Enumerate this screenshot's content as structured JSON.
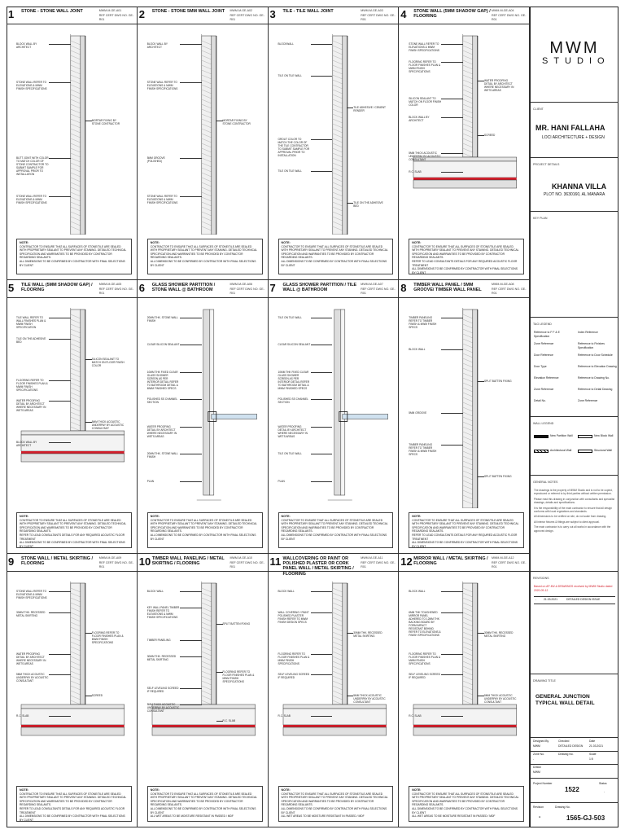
{
  "details": [
    {
      "num": "1",
      "title": "STONE - STONE WALL JOINT",
      "meta": [
        "MWM-M-GE-A01",
        "REF CERT DWG NO. GE-R01"
      ],
      "labels": [
        "BLOCK WALL BY ARCHITECT",
        "STONE WALL REFER TO ELEVATIONS & MWM FINISH SPECIFICATIONS",
        "MORTAR FIXING BY STONE CONTRACTOR",
        "BUTT JOINT WITH COLOR TO MATCH COLOR OF STONE CONTRACTOR TO SUBMIT SAMPLE FOR APPROVAL PRIOR TO INSTALLATION",
        "STONE WALL REFER TO ELEVATIONS & MWM FINISH SPECIFICATIONS"
      ],
      "notes": [
        "CONTRACTOR TO ENSURE THAT ALL SURFACES OF STONE/TILE ARE SEALED WITH PROPRIETARY SEALANT TO PREVENT ANY STAINING. DETAILED TECHNICAL SPECIFICATION AND WARRANTIES TO BE PROVIDED BY CONTRACTOR REGARDING SEALANTS.",
        "ALL DIMENSIONS TO BE CONFIRMED BY CONTRACTOR WITH FINAL SELECTIONS BY CLIENT"
      ]
    },
    {
      "num": "2",
      "title": "STONE - STONE 5MM WALL JOINT",
      "meta": [
        "MWM-M-GE-A02",
        "REF CERT DWG NO. GE-R01"
      ],
      "labels": [
        "BLOCK WALL BY ARCHITECT",
        "STONE WALL REFER TO ELEVATIONS & MWM FINISH SPECIFICATIONS",
        "MORTAR FIXING BY STONE CONTRACTOR",
        "5MM GROOVE (POLISHED)",
        "STONE WALL REFER TO ELEVATIONS & MWM FINISH SPECIFICATIONS"
      ],
      "notes": [
        "CONTRACTOR TO ENSURE THAT ALL SURFACES OF STONE/TILE ARE SEALED WITH PROPRIETARY SEALANT TO PREVENT ANY STAINING. DETAILED TECHNICAL SPECIFICATION AND WARRANTIES TO BE PROVIDED BY CONTRACTOR REGARDING SEALANTS.",
        "ALL DIMENSIONS TO BE CONFIRMED BY CONTRACTOR WITH FINAL SELECTIONS BY CLIENT"
      ]
    },
    {
      "num": "3",
      "title": "TILE - TILE WALL JOINT",
      "meta": [
        "MWM-M-GE-A03",
        "REF CERT DWG NO. GE-R01"
      ],
      "labels": [
        "BLOCKWALL",
        "TILE ON TILE WALL",
        "TILE ADHESIVE / CEMENT RENDER",
        "GROUT COLOR TO MATCH THE COLOR OF THE TILE CONTRACTOR TO SUBMIT SAMPLE FOR APPROVAL PRIOR TO INSTALLATION",
        "TILE ON TILE WALL",
        "TILE ON THE ADHESIVE BED"
      ],
      "notes": [
        "CONTRACTOR TO ENSURE THAT ALL SURFACES OF STONE/TILE ARE SEALED WITH PROPRIETARY SEALANT TO PREVENT ANY STAINING. DETAILED TECHNICAL SPECIFICATION AND WARRANTIES TO BE PROVIDED BY CONTRACTOR REGARDING SEALANTS.",
        "ALL DIMENSIONS TO BE CONFIRMED BY CONTRACTOR WITH FINAL SELECTIONS BY CLIENT"
      ]
    },
    {
      "num": "4",
      "title": "STONE WALL (5MM SHADOW GAP) / FLOORING",
      "meta": [
        "MWM-M-GE-A04",
        "REF CERT DWG NO. GE-R01"
      ],
      "labels": [
        "STONE WALL REFER TO ELEVATIONS & MWM FINISH SPECIFICATIONS",
        "FLOORING REFER TO FLOOR FINISHES PLAN & MWM FINISH SPECIFICATIONS",
        "WATER PROOFING DETAIL BY ARCHITECT WHERE NECESSARY IN WETS AREAS",
        "SILICON SEALANT TO MATCH ON FLOOR FINISH COLOR",
        "BLOCK WALL BY ARCHITECT",
        "SCREED",
        "5MM THICK ACOUSTIC UNDERPAY BY ACOUSTIC CONSULTANT",
        "R.C. SLAB"
      ],
      "notes": [
        "CONTRACTOR TO ENSURE THAT ALL SURFACES OF STONE/TILE ARE SEALED WITH PROPRIETARY SEALANT TO PREVENT ANY STAINING. DETAILED TECHNICAL SPECIFICATION AND WARRANTIES TO BE PROVIDED BY CONTRACTOR REGARDING SEALANTS.",
        "REFER TO LEAD CONSULTANTS DETAILS FOR ANY REQUIRED ACOUSTIC FLOOR TREATMENT",
        "ALL DIMENSIONS TO BE CONFIRMED BY CONTRACTOR WITH FINAL SELECTIONS BY CLIENT"
      ]
    },
    {
      "num": "5",
      "title": "TILE WALL (5MM SHADOW GAP) / FLOORING",
      "meta": [
        "MWM-M-GE-A05",
        "REF CERT DWG NO. GE-R01"
      ],
      "labels": [
        "TILE WALL REFER TO WALL FINISHES PLAN & MWM FINISH SPECIFICATION",
        "TILE ON THE ADHESIVE BED",
        "SILICON SEALANT TO MATCH ON FLOOR FINISH COLOR",
        "FLOORING REFER TO FLOOR FINISHES PLAN & MWM FINISH SPECIFICATIONS",
        "WATER PROOFING DETAIL BY ARCHITECT WHERE NECESSARY IN WETS AREAS",
        "5MM THICK ACOUSTIC UNDERPAY BY ACOUSTIC CONSULTANT",
        "BLOCK WALL BY ARCHITECT"
      ],
      "notes": [
        "CONTRACTOR TO ENSURE THAT ALL SURFACES OF STONE/TILE ARE SEALED WITH PROPRIETARY SEALANT TO PREVENT ANY STAINING. DETAILED TECHNICAL SPECIFICATION AND WARRANTIES TO BE PROVIDED BY CONTRACTOR REGARDING SEALANTS.",
        "REFER TO LEAD CONSULTANTS DETAILS FOR ANY REQUIRED ACOUSTIC FLOOR TREATMENT",
        "ALL DIMENSIONS TO BE CONFIRMED BY CONTRACTOR WITH FINAL SELECTIONS BY CLIENT"
      ]
    },
    {
      "num": "6",
      "title": "GLASS SHOWER PARTITION / STONE WALL @ BATHROOM",
      "meta": [
        "MWM-M-GE-A06",
        "REF CERT DWG NO. GE-R01"
      ],
      "labels": [
        "20MM THK. STONE WALL FINISH",
        "CLEAR SILICON SEALANT",
        "10MM THK FIXED CLEAR GLASS SHOWER SCREEN AS PER INTERIOR DETAIL REFER TO BATHROOM DETAIL & MWM FINISHED SPECS",
        "POLISHED SS CHANNEL SECTION",
        "WATER PROOFING DETAIL BY ARCHITECT WHERE NECESSARY IN WETS AREAS",
        "20MM THK. STONE WALL FINISH",
        "PLAN"
      ],
      "notes": [
        "CONTRACTOR TO ENSURE THAT ALL SURFACES OF STONE/TILE ARE SEALED WITH PROPRIETARY SEALANT TO PREVENT ANY STAINING. DETAILED TECHNICAL SPECIFICATION AND WARRANTIES TO BE PROVIDED BY CONTRACTOR REGARDING SEALANTS.",
        "ALL DIMENSIONS TO BE CONFIRMED BY CONTRACTOR WITH FINAL SELECTIONS BY CLIENT"
      ]
    },
    {
      "num": "7",
      "title": "GLASS SHOWER PARTITION / TILE WALL @ BATHROOM",
      "meta": [
        "MWM-M-GE-A07",
        "REF CERT DWG NO. GE-R01"
      ],
      "labels": [
        "TILE ON TILE WALL",
        "CLEAR SILICON SEALANT",
        "10MM THK FIXED CLEAR GLASS SHOWER SCREEN AS PER INTERIOR DETAIL REFER TO BATHROOM DETAIL & MWM FINISHED SPECS",
        "POLISHED SS CHANNEL SECTION",
        "WATER PROOFING DETAIL BY ARCHITECT WHERE NECESSARY IN WETS AREAS",
        "TILE ON TILE WALL",
        "PLAN"
      ],
      "notes": [
        "CONTRACTOR TO ENSURE THAT ALL SURFACES OF STONE/TILE ARE SEALED WITH PROPRIETARY SEALANT TO PREVENT ANY STAINING. DETAILED TECHNICAL SPECIFICATION AND WARRANTIES TO BE PROVIDED BY CONTRACTOR REGARDING SEALANTS.",
        "ALL DIMENSIONS TO BE CONFIRMED BY CONTRACTOR WITH FINAL SELECTIONS BY CLIENT"
      ]
    },
    {
      "num": "8",
      "title": "TIMBER WALL PANEL / 5mm GROOVE/ TIMBER WALL PANEL",
      "meta": [
        "MWM-M-GE-A08",
        "REF CERT DWG NO. GE-R01"
      ],
      "labels": [
        "TIMBER PANELING REFER TO TIMBER FINISH & MWM FINISH SPECS",
        "BLOCK WALL",
        "SPLIT BATTEN FIXING",
        "5MM GROOVE",
        "TIMBER PANELING REFER TO TIMBER FINISH & MWM FINISH SPECS",
        "SPLIT BATTEN FIXING"
      ],
      "notes": [
        "CONTRACTOR TO ENSURE THAT ALL SURFACES OF STONE/TILE ARE SEALED WITH PROPRIETARY SEALANT TO PREVENT ANY STAINING. DETAILED TECHNICAL SPECIFICATION AND WARRANTIES TO BE PROVIDED BY CONTRACTOR REGARDING SEALANTS.",
        "REFER TO LEAD CONSULTANTS DETAILS FOR ANY REQUIRED ACOUSTIC FLOOR TREATMENT",
        "ALL DIMENSIONS TO BE CONFIRMED BY CONTRACTOR WITH FINAL SELECTIONS BY CLIENT"
      ]
    },
    {
      "num": "9",
      "title": "STONE WALL / METAL SKIRTING / FLOORING",
      "meta": [
        "MWM-M-GE-A09",
        "REF CERT DWG NO. GE-R01"
      ],
      "labels": [
        "STONE WALL REFER TO ELEVATIONS & MWM FINISH SPECIFICATIONS",
        "30MM THK. RECESSED METAL SKIRTING",
        "FLOORING REFER TO FLOOR FINISHES PLAN & MWM FINISH SPECIFICATIONS",
        "WATER PROOFING DETAIL BY ARCHITECT WHERE NECESSARY IN WETS AREAS",
        "5MM THICK ACOUSTIC UNDERPAY BY ACOUSTIC CONSULTANT",
        "SCREED",
        "R.C. SLAB"
      ],
      "notes": [
        "CONTRACTOR TO ENSURE THAT ALL SURFACES OF STONE/TILE ARE SEALED WITH PROPRIETARY SEALANT TO PREVENT ANY STAINING. DETAILED TECHNICAL SPECIFICATION AND WARRANTIES TO BE PROVIDED BY CONTRACTOR REGARDING SEALANTS.",
        "REFER TO LEAD CONSULTANTS DETAILS FOR ANY REQUIRED ACOUSTIC FLOOR TREATMENT",
        "ALL DIMENSIONS TO BE CONFIRMED BY CONTRACTOR WITH FINAL SELECTIONS BY CLIENT"
      ]
    },
    {
      "num": "10",
      "title": "TIMBER WALL PANELING / METAL SKIRTING / FLOORING",
      "meta": [
        "MWM-M-GE-A10",
        "REF CERT DWG NO. GE-R01"
      ],
      "labels": [
        "BLOCK WALL",
        "KEY WALL PANEL TIMBER FINISH REFER TO ELEVATIONS & MWM FINISH SPECIFICATIONS",
        "SPLIT BATTEN FIXING",
        "TIMBER PANELING",
        "30MM THK. RECESSED METAL SKIRTING",
        "FLOORING REFER TO FLOOR FINISHES PLAN & MWM FINISH SPECIFICATIONS",
        "SELF LEVELING SCREED IF REQUIRED",
        "5MM THICK ACOUSTIC UNDERPAY BY ACOUSTIC CONSULTANT",
        "R.C. SLAB"
      ],
      "notes": [
        "CONTRACTOR TO ENSURE THAT ALL SURFACES OF STONE/TILE ARE SEALED WITH PROPRIETARY SEALANT TO PREVENT ANY STAINING. DETAILED TECHNICAL SPECIFICATION AND WARRANTIES TO BE PROVIDED BY CONTRACTOR REGARDING SEALANTS.",
        "ALL DIMENSIONS TO BE CONFIRMED BY CONTRACTOR WITH FINAL SELECTIONS BY CLIENT",
        "ALL WET AREAS TO BE MOISTURE RESISTANT IN PASSED / MDF"
      ]
    },
    {
      "num": "11",
      "title": "WALLCOVERING OR PAINT OR POLISHED PLASTER OR CORK PANEL WALL / METAL SKIRTING / FLOORING",
      "meta": [
        "MWM-M-GE-A11",
        "REF CERT DWG NO. GE-R01"
      ],
      "labels": [
        "BLOCK WALL",
        "WALL COVERING / PAINT POLISHED PLASTER FINISH REFER TO MWM FINISH DESIGN SPECS",
        "30MM THK. RECESSED METAL SKIRTING",
        "FLOORING REFER TO FLOOR FINISHES PLAN & MWM FINISH SPECIFICATIONS",
        "SELF LEVELING SCREED IF REQUIRED",
        "5MM THICK ACOUSTIC UNDERPAY BY ACOUSTIC CONSULTANT",
        "R.C. SLAB"
      ],
      "notes": [
        "CONTRACTOR TO ENSURE THAT ALL SURFACES OF STONE/TILE ARE SEALED WITH PROPRIETARY SEALANT TO PREVENT ANY STAINING. DETAILED TECHNICAL SPECIFICATION AND WARRANTIES TO BE PROVIDED BY CONTRACTOR REGARDING SEALANTS.",
        "ALL DIMENSIONS TO BE CONFIRMED BY CONTRACTOR WITH FINAL SELECTIONS BY CLIENT",
        "ALL WET AREAS TO BE MOISTURE RESISTANT IN PASSED / MDF"
      ]
    },
    {
      "num": "12",
      "title": "MIRROR WALL / METAL SKIRTING / FLOORING",
      "meta": [
        "MWM-M-GE-A12",
        "REF CERT DWG NO. GE-R01"
      ],
      "labels": [
        "BLOCK WALL",
        "6MM THK TOUGHENED MIRROR PANEL ADHERED TO 12MM THK BACKING BOARD BY FORM IMPACT RESISTANT BEHIND REFER TO ELEVATIONS & FINISH SPECIFICATIONS",
        "30MM THK. RECESSED METAL SKIRTING",
        "FLOORING REFER TO FLOOR FINISHES PLAN & MWM FINISH SPECIFICATIONS",
        "SELF LEVELING SCREED IF REQUIRED",
        "5MM THICK ACOUSTIC UNDERPAY BY ACOUSTIC CONSULTANT",
        "R.C. SLAB"
      ],
      "notes": [
        "CONTRACTOR TO ENSURE THAT ALL SURFACES OF STONE/TILE ARE SEALED WITH PROPRIETARY SEALANT TO PREVENT ANY STAINING. DETAILED TECHNICAL SPECIFICATION AND WARRANTIES TO BE PROVIDED BY CONTRACTOR REGARDING SEALANTS.",
        "ALL DIMENSIONS TO BE CONFIRMED BY CONTRACTOR WITH FINAL SELECTIONS BY CLIENT",
        "ALL WET AREAS TO BE MOISTURE RESISTANT IN PASSED / MDF"
      ]
    }
  ],
  "notes_title": "NOTE:",
  "title_block": {
    "logo_mark": "MWM",
    "logo_word": "STUDIO",
    "client_cap": "CLIENT",
    "client_name": "MR. HANI FALLAHA",
    "client_firm": "LOCI ARCHITECTURE + DESIGN",
    "project_cap": "PROJECT DETAILS",
    "project_name": "KHANNA VILLA",
    "project_plot": "PLOT NO. 3630160, AL MANARA",
    "keyplan_cap": "KEY PLAN",
    "legend_cap": "TAG LEGEND",
    "legend_items": [
      "Reference to F F & E Specification",
      "Index Reference",
      "Zone Reference",
      "Reference to Finishes Specification",
      "Door Reference",
      "Reference to Door Schedule",
      "Door Type",
      "Reference to Elevation Drawing",
      "Elevation Reference",
      "Reference to Drawing No.",
      "Zone Reference",
      "Reference to Detail Drawing",
      "Detail No.",
      "Zone Reference"
    ],
    "wall_legend_cap": "WALL LEGEND",
    "wall_legend_items": [
      "New Partition Wall",
      "New Block Wall",
      "Architectural Wall",
      "Structural Wall"
    ],
    "general_notes_cap": "GENERAL NOTES",
    "general_notes": [
      "The drawings is the property of MWM Studio and is not to be copied, reproduced or referred to by third parties without written permission.",
      "Please read this drawing in conjunction with consultants and specialist drawings, details and specifications.",
      "It is the responsibility of the main contractor to ensure that all design conforms with local regulations and standards.",
      "All dimensions to be verified on site, do not scale from drawing.",
      "All interior fixtures & fittings are subject to client approval.",
      "The main contractor is to carry out all works in accordance with the approved design."
    ],
    "revisions_cap": "REVISIONS",
    "revision_banner": "Based on AP-MV-A DRAWINGS received by MWM Studio dated 2020-09-12",
    "revisions": [
      {
        "rev": "-",
        "date": "21.03.2021",
        "desc": "DETAILED DESIGN ISSUE"
      }
    ],
    "drawing_title_cap": "DRAWING TITLE",
    "drawing_title": "GENERAL JUNCTION TYPICAL WALL DETAIL",
    "designed_by_cap": "Designed By",
    "designed_by": "MWM",
    "drawn_by_cap": "Drawn",
    "drawn_by": "MWM",
    "checked_cap": "Checked",
    "checked_by": "DETAILED DESIGN",
    "date_cap": "Date",
    "date": "21.03.2021",
    "zone_cap": "Zone No.",
    "zone": "-",
    "scale_cap": "Scale",
    "scale": "1:5",
    "drawing_no_label": "Drawing No.",
    "project_number_cap": "Project Number",
    "project_number": "1522",
    "status_cap": "Status",
    "status": "-",
    "revision_cap": "Revision",
    "revision": "-",
    "drawing_no_cap": "Drawing No.",
    "drawing_no": "1565-GJ-503"
  }
}
